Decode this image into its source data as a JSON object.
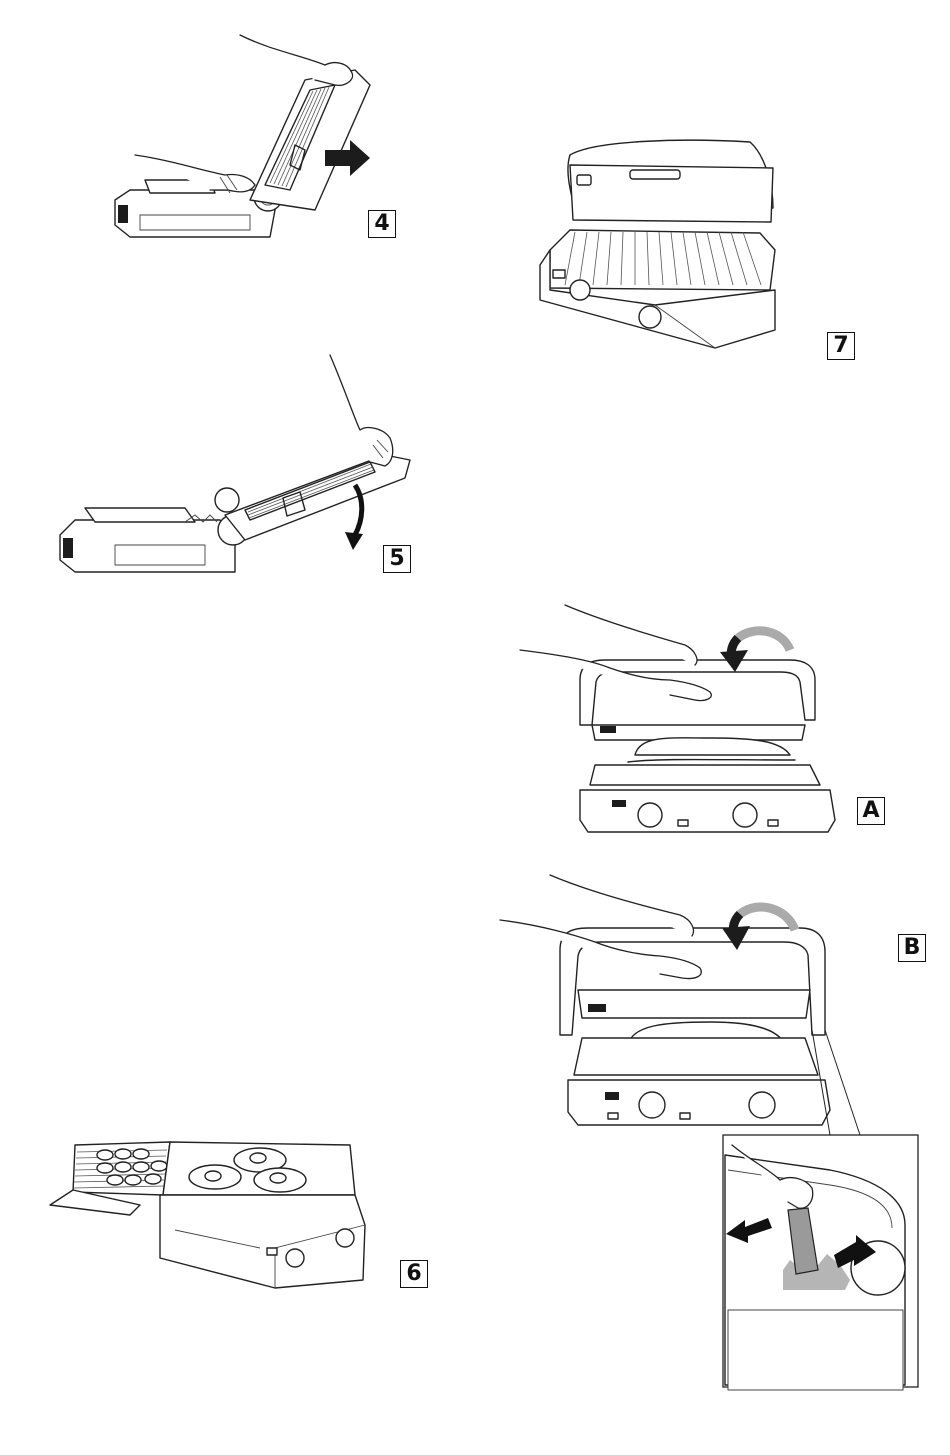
{
  "figures": {
    "fig4": {
      "label": "4"
    },
    "fig5": {
      "label": "5"
    },
    "fig6": {
      "label": "6"
    },
    "fig7": {
      "label": "7"
    },
    "figA": {
      "label": "A"
    },
    "figB": {
      "label": "B"
    }
  }
}
